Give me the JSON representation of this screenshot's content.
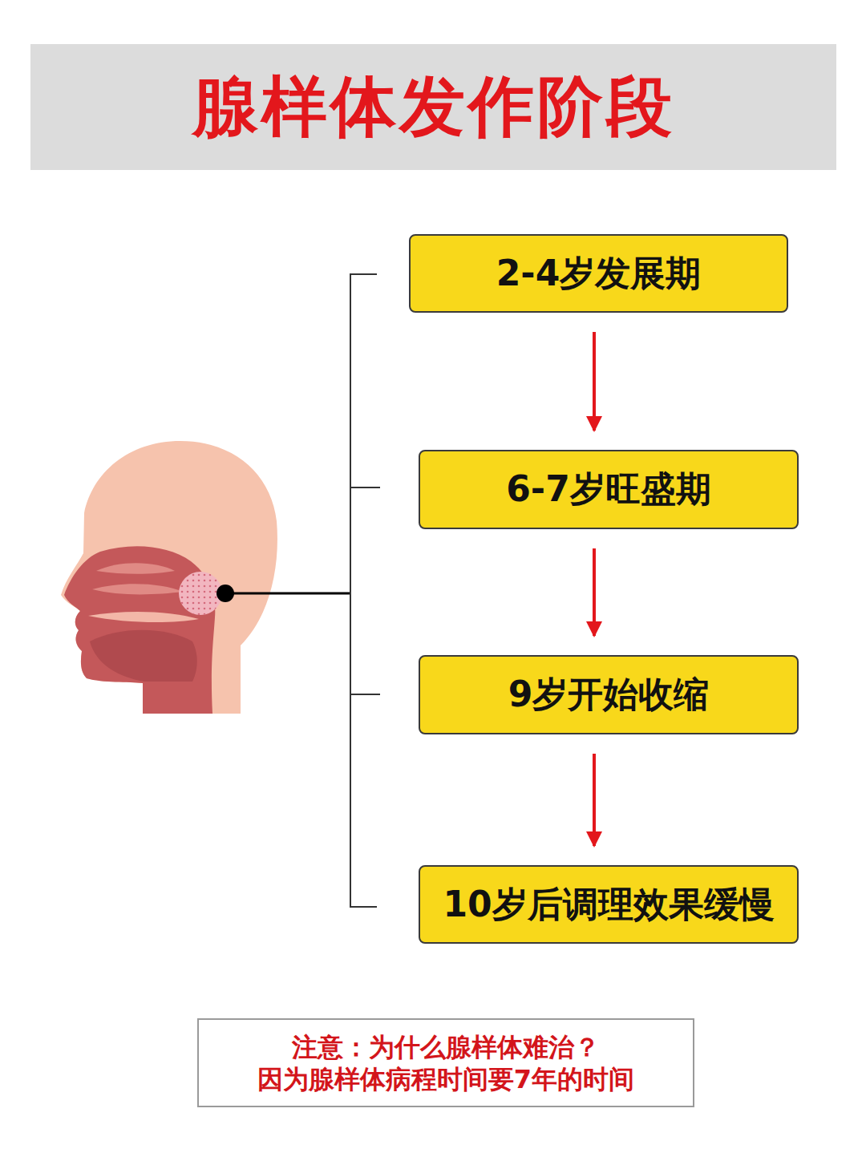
{
  "diagram": {
    "title": "腺样体发作阶段",
    "nodes": [
      {
        "text": [
          "2-4岁发展期"
        ]
      },
      {
        "text": [
          "6-7岁旺盛期"
        ]
      },
      {
        "text": [
          "9岁开始收缩"
        ]
      },
      {
        "text": [
          "10岁后调理效果缓慢"
        ]
      },
      {
        "text": [
          "注意：为什么腺样体难治？",
          "因为腺样体病程时间要7年的时间"
        ]
      }
    ],
    "edges": [
      {
        "from": 0,
        "to": 1,
        "arrow": "to"
      },
      {
        "from": 1,
        "to": 2,
        "arrow": "to"
      },
      {
        "from": 2,
        "to": 3,
        "arrow": "to"
      }
    ]
  }
}
